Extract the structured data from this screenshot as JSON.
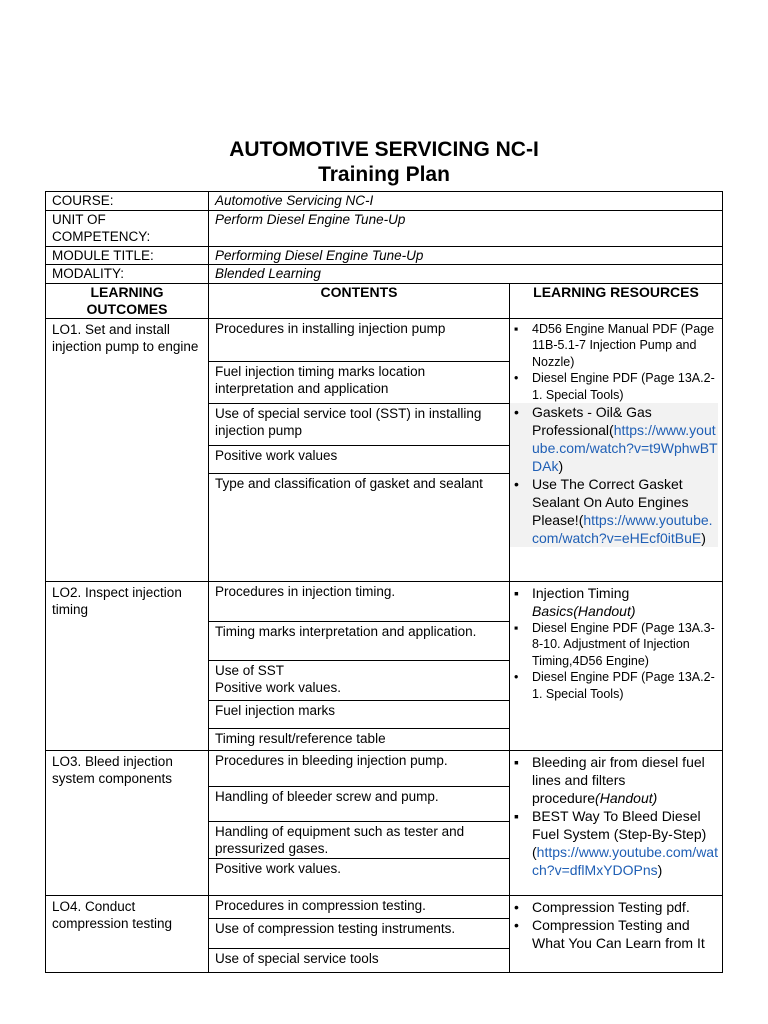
{
  "title_line1": "AUTOMOTIVE SERVICING NC-I",
  "title_line2": "Training Plan",
  "info": {
    "course_label": "COURSE:",
    "course_value": "Automotive Servicing NC-I",
    "unit_label_1": "UNIT OF",
    "unit_label_2": "COMPETENCY:",
    "unit_value": "Perform Diesel Engine Tune-Up",
    "module_label": "MODULE TITLE:",
    "module_value": "Performing Diesel Engine Tune-Up",
    "modality_label": "MODALITY:",
    "modality_value": "Blended Learning"
  },
  "headers": {
    "outcomes_1": "LEARNING",
    "outcomes_2": "OUTCOMES",
    "contents": "CONTENTS",
    "resources": "LEARNING RESOURCES"
  },
  "lo1": {
    "outcome": "LO1.   Set and install injection pump to engine",
    "contents": [
      "Procedures in installing injection pump",
      "Fuel injection timing marks location interpretation and application",
      "Use of special service tool (SST) in installing injection pump",
      "Positive work values",
      "Type and classification of gasket and sealant"
    ],
    "r1": "4D56 Engine Manual PDF (Page 11B-5.1-7 Injection Pump and Nozzle)",
    "r2": "Diesel Engine PDF (Page 13A.2-1. Special Tools)",
    "r3_text": "Gaskets - Oil& Gas Professional(",
    "r3_link": "https://www.youtube.com/watch?v=t9WphwBTDAk",
    "r3_end": ")",
    "r4_text": "Use The Correct Gasket Sealant On Auto Engines Please!(",
    "r4_link": "https://www.youtube.com/watch?v=eHEcf0itBuE",
    "r4_end": ")"
  },
  "lo2": {
    "outcome": "LO2.   Inspect injection timing",
    "contents": [
      "Procedures in injection timing.",
      "Timing marks interpretation and application.",
      "Use of SST",
      "Positive work values.",
      "Fuel injection marks",
      "Timing result/reference table"
    ],
    "r1_text": "Injection Timing ",
    "r1_italic": "Basics(Handout)",
    "r2": "Diesel Engine PDF (Page 13A.3-8-10. Adjustment of Injection Timing,4D56 Engine)",
    "r3": "Diesel Engine PDF (Page 13A.2-1. Special Tools)"
  },
  "lo3": {
    "outcome": "LO3.   Bleed injection system components",
    "contents": [
      "Procedures in bleeding injection pump.",
      "Handling of bleeder screw and pump.",
      "Handling of equipment such as tester and pressurized gases.",
      "Positive work values."
    ],
    "r1_text": "Bleeding air from diesel fuel lines and filters procedure",
    "r1_italic": "(Handout)",
    "r2_text": "BEST Way To Bleed Diesel Fuel System (Step-By-Step)(",
    "r2_link": "https://www.youtube.com/watch?v=dflMxYDOPns",
    "r2_end": ")"
  },
  "lo4": {
    "outcome": "LO4.   Conduct compression testing",
    "contents": [
      "Procedures in compression testing.",
      "Use of compression testing instruments.",
      "Use of special service tools"
    ],
    "r1": "Compression Testing pdf.",
    "r2": "Compression Testing and What You Can Learn from It"
  },
  "bullets": {
    "square": "▪",
    "round": "•"
  }
}
